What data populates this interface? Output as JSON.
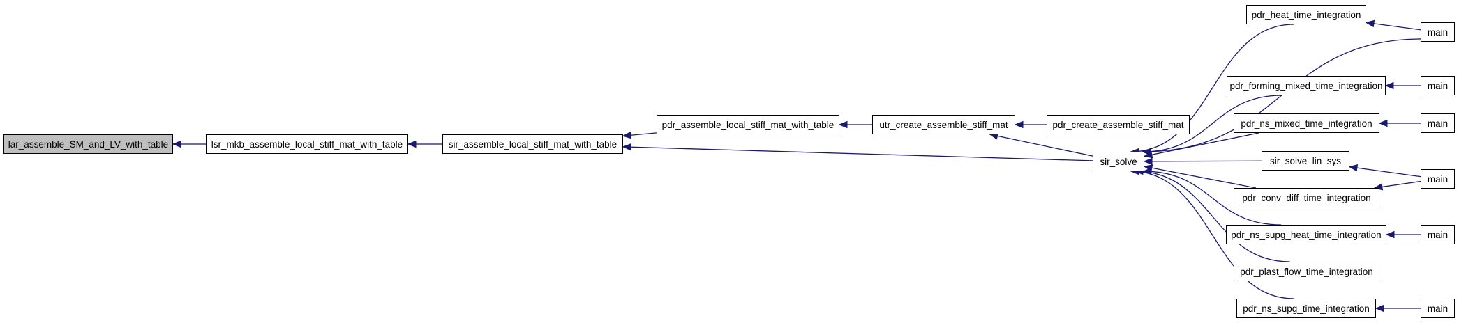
{
  "colors": {
    "edge": "#191970",
    "node_border": "#000000",
    "node_fill": "#ffffff",
    "root_fill": "#bfbfbf"
  },
  "nodes": {
    "lar_assemble": {
      "label": "lar_assemble_SM_and_LV_with_table"
    },
    "lsr_mkb": {
      "label": "lsr_mkb_assemble_local_stiff_mat_with_table"
    },
    "sir_assemble": {
      "label": "sir_assemble_local_stiff_mat_with_table"
    },
    "pdr_assemble": {
      "label": "pdr_assemble_local_stiff_mat_with_table"
    },
    "utr_create": {
      "label": "utr_create_assemble_stiff_mat"
    },
    "pdr_create": {
      "label": "pdr_create_assemble_stiff_mat"
    },
    "sir_solve": {
      "label": "sir_solve"
    },
    "pdr_heat": {
      "label": "pdr_heat_time_integration"
    },
    "pdr_forming": {
      "label": "pdr_forming_mixed_time_integration"
    },
    "pdr_ns_mixed": {
      "label": "pdr_ns_mixed_time_integration"
    },
    "sir_solve_lin": {
      "label": "sir_solve_lin_sys"
    },
    "pdr_conv": {
      "label": "pdr_conv_diff_time_integration"
    },
    "pdr_ns_supg_heat": {
      "label": "pdr_ns_supg_heat_time_integration"
    },
    "pdr_plast": {
      "label": "pdr_plast_flow_time_integration"
    },
    "pdr_ns_supg": {
      "label": "pdr_ns_supg_time_integration"
    },
    "main_1": {
      "label": "main"
    },
    "main_2": {
      "label": "main"
    },
    "main_3": {
      "label": "main"
    },
    "main_4": {
      "label": "main"
    },
    "main_5": {
      "label": "main"
    },
    "main_6": {
      "label": "main"
    }
  },
  "edges": [
    [
      "lsr_mkb",
      "lar_assemble"
    ],
    [
      "sir_assemble",
      "lsr_mkb"
    ],
    [
      "pdr_assemble",
      "sir_assemble"
    ],
    [
      "sir_solve",
      "sir_assemble"
    ],
    [
      "utr_create",
      "pdr_assemble"
    ],
    [
      "pdr_create",
      "utr_create"
    ],
    [
      "sir_solve",
      "utr_create"
    ],
    [
      "pdr_heat",
      "sir_solve"
    ],
    [
      "main_1",
      "sir_solve"
    ],
    [
      "pdr_forming",
      "sir_solve"
    ],
    [
      "pdr_ns_mixed",
      "sir_solve"
    ],
    [
      "sir_solve_lin",
      "sir_solve"
    ],
    [
      "pdr_conv",
      "sir_solve"
    ],
    [
      "pdr_ns_supg_heat",
      "sir_solve"
    ],
    [
      "pdr_plast",
      "sir_solve"
    ],
    [
      "pdr_ns_supg",
      "sir_solve"
    ],
    [
      "main_1",
      "pdr_heat"
    ],
    [
      "main_2",
      "pdr_forming"
    ],
    [
      "main_3",
      "pdr_ns_mixed"
    ],
    [
      "main_4",
      "sir_solve_lin"
    ],
    [
      "main_4",
      "pdr_conv"
    ],
    [
      "main_5",
      "pdr_ns_supg_heat"
    ],
    [
      "main_6",
      "pdr_ns_supg"
    ]
  ]
}
